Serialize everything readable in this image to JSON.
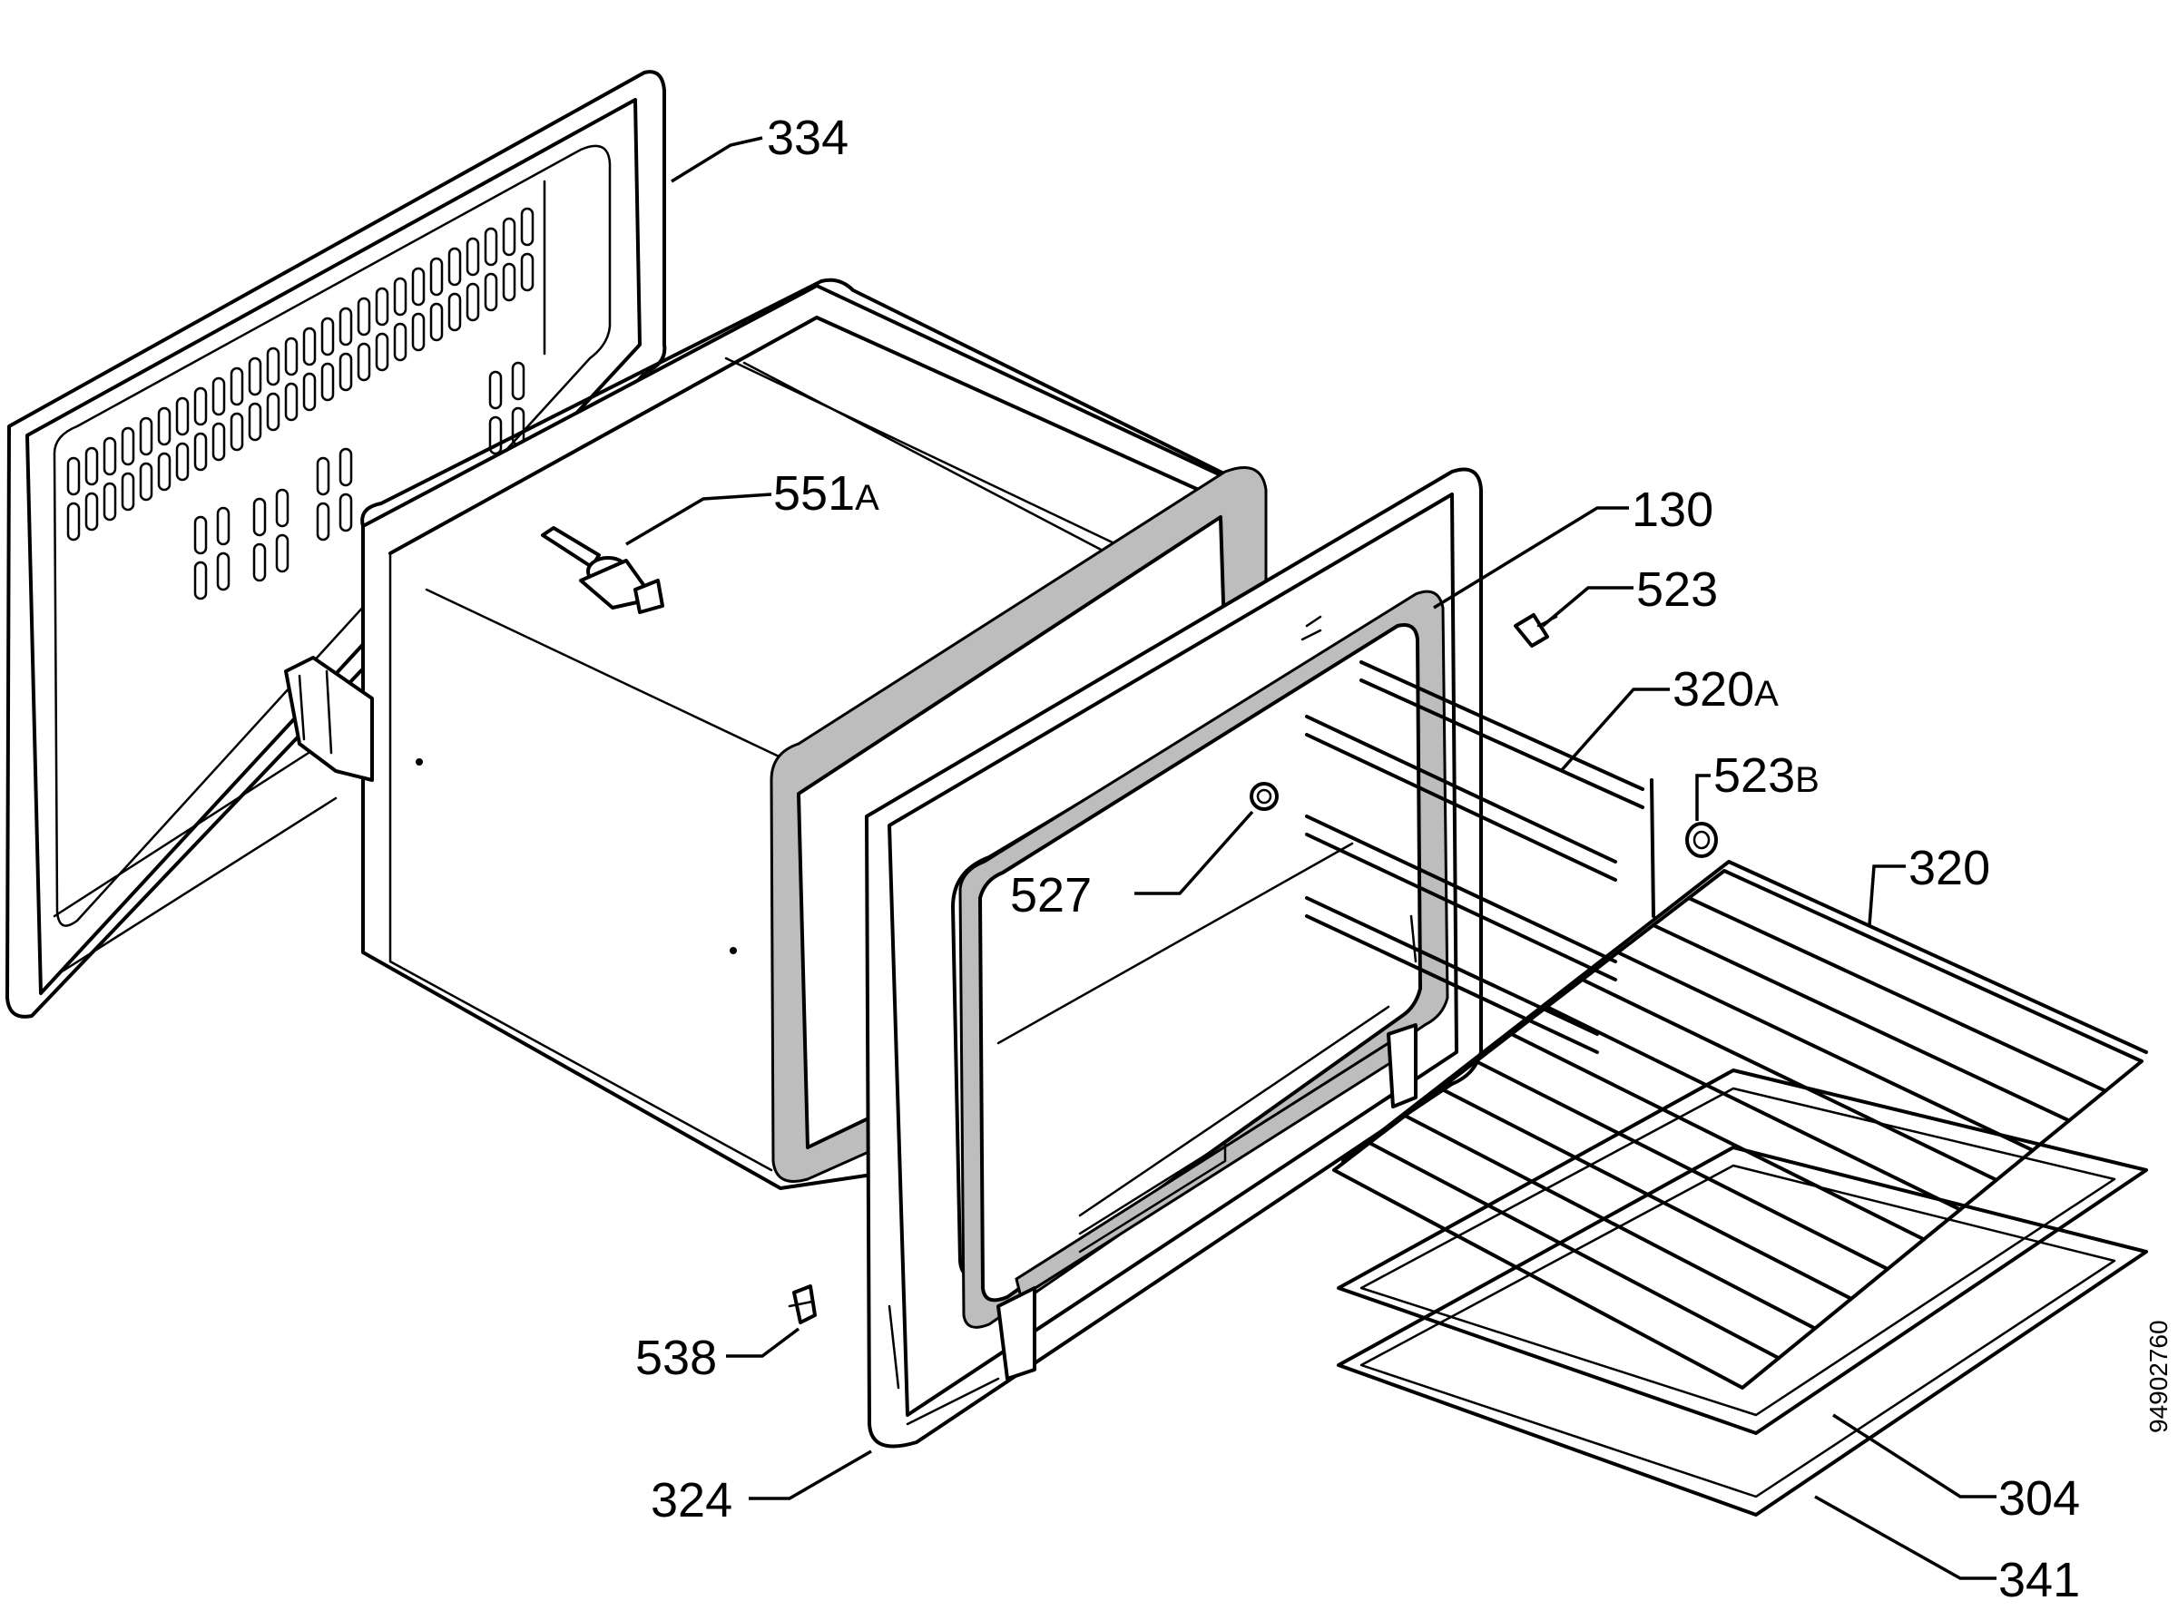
{
  "labels": {
    "p334": {
      "num": "334",
      "suffix": ""
    },
    "p551a": {
      "num": "551",
      "suffix": "A"
    },
    "p130": {
      "num": "130",
      "suffix": ""
    },
    "p523": {
      "num": "523",
      "suffix": ""
    },
    "p320a": {
      "num": "320",
      "suffix": "A"
    },
    "p523b": {
      "num": "523",
      "suffix": "B"
    },
    "p320": {
      "num": "320",
      "suffix": ""
    },
    "p527": {
      "num": "527",
      "suffix": ""
    },
    "p538": {
      "num": "538",
      "suffix": ""
    },
    "p324": {
      "num": "324",
      "suffix": ""
    },
    "p304": {
      "num": "304",
      "suffix": ""
    },
    "p341": {
      "num": "341",
      "suffix": ""
    }
  },
  "drawing_code": "94902760",
  "colors": {
    "line": "#000000",
    "background": "#ffffff",
    "seal": "#bdbdbd"
  }
}
